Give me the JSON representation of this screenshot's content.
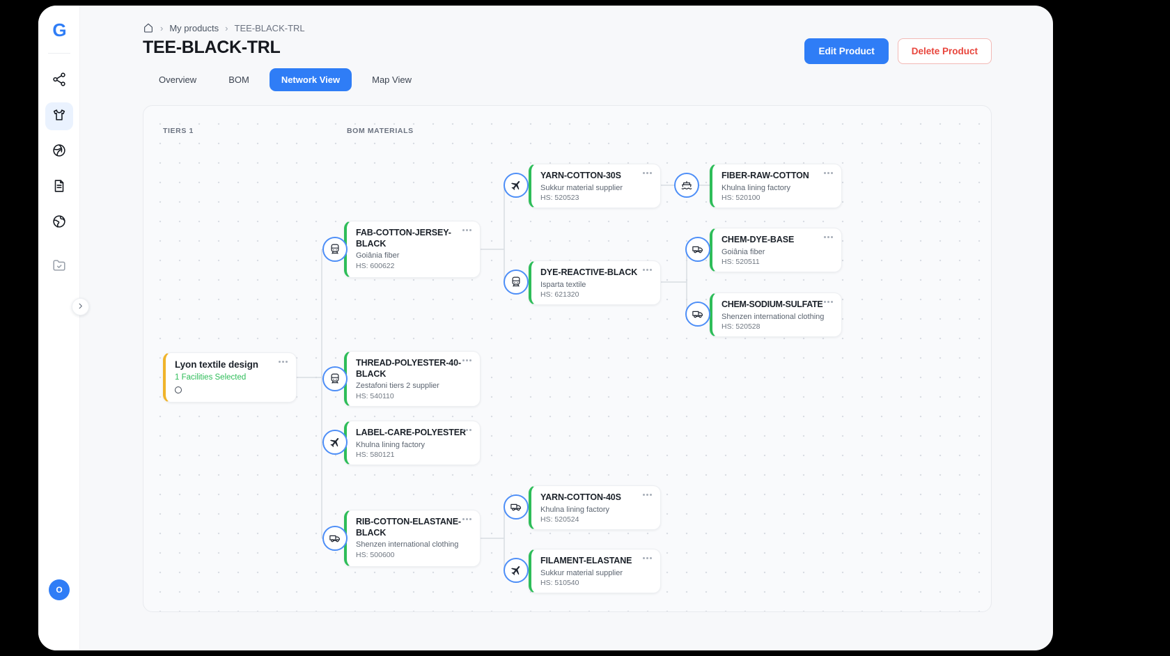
{
  "sidebar": {
    "logo_text": "G",
    "avatar_text": "O"
  },
  "breadcrumb": {
    "separator": "›",
    "items": [
      "My products",
      "TEE-BLACK-TRL"
    ]
  },
  "header": {
    "title": "TEE-BLACK-TRL",
    "edit_button": "Edit Product",
    "delete_button": "Delete Product"
  },
  "tabs": {
    "overview": "Overview",
    "bom": "BOM",
    "network": "Network View",
    "map": "Map View"
  },
  "canvas": {
    "tiers_label": "TIERS 1",
    "bom_label": "BOM MATERIALS",
    "nodes": {
      "root": {
        "title": "Lyon textile design",
        "status": "1 Facilities Selected"
      },
      "fab": {
        "title": "FAB-COTTON-JERSEY-BLACK",
        "supplier": "Goiânia fiber",
        "hs": "HS: 600622",
        "transport": "train"
      },
      "thread": {
        "title": "THREAD-POLYESTER-40-BLACK",
        "supplier": "Zestafoni tiers 2 supplier",
        "hs": "HS: 540110",
        "transport": "train"
      },
      "label": {
        "title": "LABEL-CARE-POLYESTER",
        "supplier": "Khulna lining factory",
        "hs": "HS: 580121",
        "transport": "plane"
      },
      "rib": {
        "title": "RIB-COTTON-ELASTANE-BLACK",
        "supplier": "Shenzen international clothing",
        "hs": "HS: 500600",
        "transport": "truck"
      },
      "yarn30": {
        "title": "YARN-COTTON-30S",
        "supplier": "Sukkur material supplier",
        "hs": "HS: 520523",
        "transport": "plane"
      },
      "dye": {
        "title": "DYE-REACTIVE-BLACK",
        "supplier": "Isparta textile",
        "hs": "HS: 621320",
        "transport": "train"
      },
      "fiber": {
        "title": "FIBER-RAW-COTTON",
        "supplier": "Khulna lining factory",
        "hs": "HS: 520100",
        "transport": "ship"
      },
      "chemdye": {
        "title": "CHEM-DYE-BASE",
        "supplier": "Goiânia fiber",
        "hs": "HS: 520511",
        "transport": "truck"
      },
      "chemsulf": {
        "title": "CHEM-SODIUM-SULFATE",
        "supplier": "Shenzen international clothing",
        "hs": "HS: 520528",
        "transport": "truck"
      },
      "yarn40": {
        "title": "YARN-COTTON-40S",
        "supplier": "Khulna lining factory",
        "hs": "HS: 520524",
        "transport": "truck"
      },
      "filament": {
        "title": "FILAMENT-ELASTANE",
        "supplier": "Sukkur material supplier",
        "hs": "HS: 510540",
        "transport": "plane"
      }
    }
  },
  "colors": {
    "accent_blue": "#2f7df6",
    "node_green": "#2ebd59",
    "root_yellow": "#f0b42b",
    "danger_red": "#e8453c",
    "status_green": "#2ebd59"
  }
}
